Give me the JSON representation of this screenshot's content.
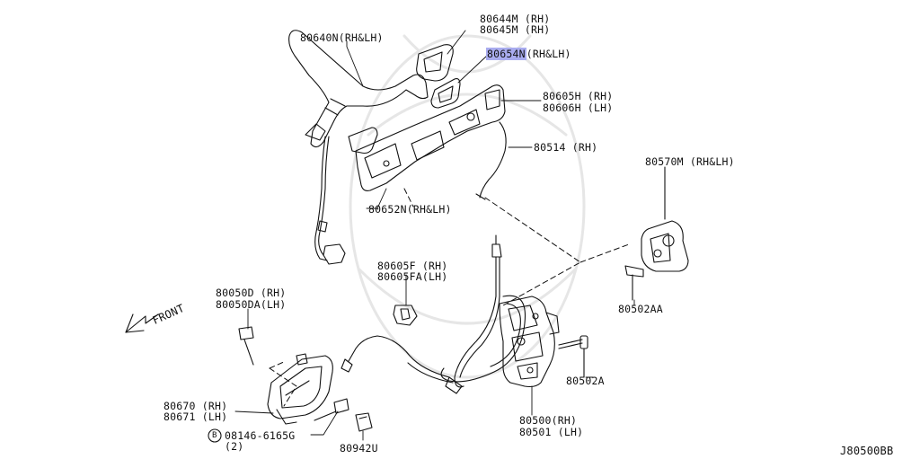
{
  "diagram_id": "J80500BB",
  "front_label": "FRONT",
  "highlight_color": "#a9acef",
  "parts": {
    "p80644M": "80644M (RH)",
    "p80645M": "80645M (RH)",
    "p80640N": "80640N(RH&LH)",
    "p80654N_num": "80654N",
    "p80654N_suffix": "(RH&LH)",
    "p80605H": "80605H (RH)",
    "p80606H": "80606H (LH)",
    "p80514": "80514 (RH)",
    "p80570M": "80570M (RH&LH)",
    "p80652N": "80652N(RH&LH)",
    "p80605F": "80605F (RH)",
    "p80605FA": "80605FA(LH)",
    "p80050D": "80050D (RH)",
    "p80050DA": "80050DA(LH)",
    "p80502AA": "80502AA",
    "p80502A": "80502A",
    "p80670": "80670 (RH)",
    "p80671": "80671 (LH)",
    "p08146_circle": "B",
    "p08146": "08146-6165G",
    "p08146_qty": "(2)",
    "p80500": "80500(RH)",
    "p80501": "80501 (LH)",
    "p80942U": "80942U"
  }
}
